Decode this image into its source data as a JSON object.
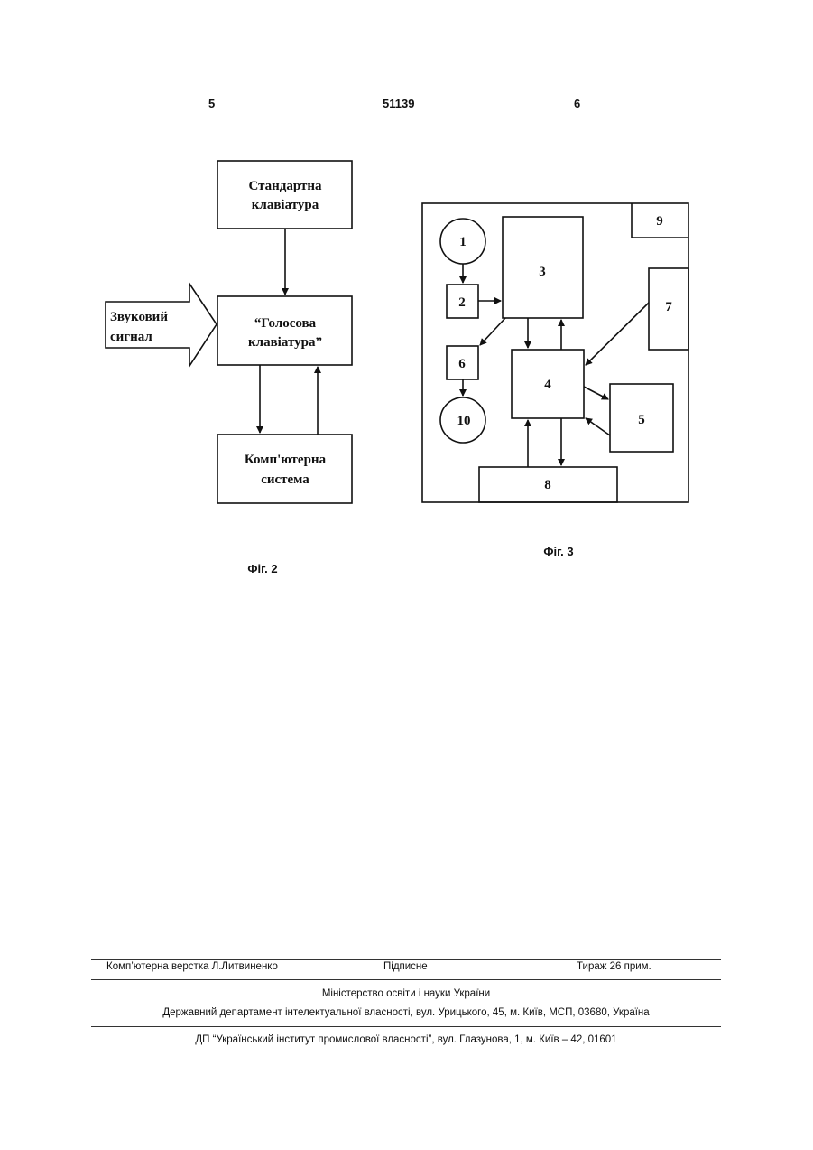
{
  "header": {
    "left_page": "5",
    "patent_number": "51139",
    "right_page": "6"
  },
  "fig2": {
    "caption": "Фіг. 2",
    "box_top_line1": "Стандартна",
    "box_top_line2": "клавіатура",
    "box_mid_line1": "“Голосова",
    "box_mid_line2": "клавіатура”",
    "box_bottom_line1": "Комп'ютерна",
    "box_bottom_line2": "система",
    "arrow_line1": "Звуковий",
    "arrow_line2": "сигнал"
  },
  "fig3": {
    "caption": "Фіг. 3",
    "labels": [
      "1",
      "2",
      "3",
      "4",
      "5",
      "6",
      "7",
      "8",
      "9",
      "10"
    ]
  },
  "footer": {
    "layout_credit": "Комп’ютерна верстка Л.Литвиненко",
    "signed": "Підписне",
    "circulation": "Тираж 26 прим.",
    "ministry": "Міністерство освіти і науки України",
    "department": "Державний департамент інтелектуальної власності, вул. Урицького, 45, м. Київ, МСП, 03680, Україна",
    "institute": "ДП “Український інститут промислової власності”, вул. Глазунова, 1, м. Київ – 42, 01601"
  }
}
